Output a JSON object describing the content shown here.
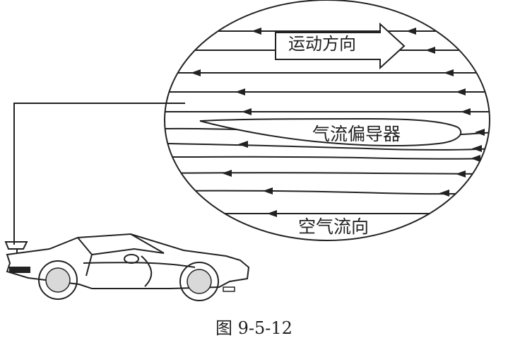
{
  "labels": {
    "motion_direction": "运动方向",
    "deflector": "气流偏导器",
    "airflow_direction": "空气流向",
    "caption": "图 9-5-12"
  },
  "colors": {
    "ink": "#222222",
    "background": "#ffffff"
  }
}
